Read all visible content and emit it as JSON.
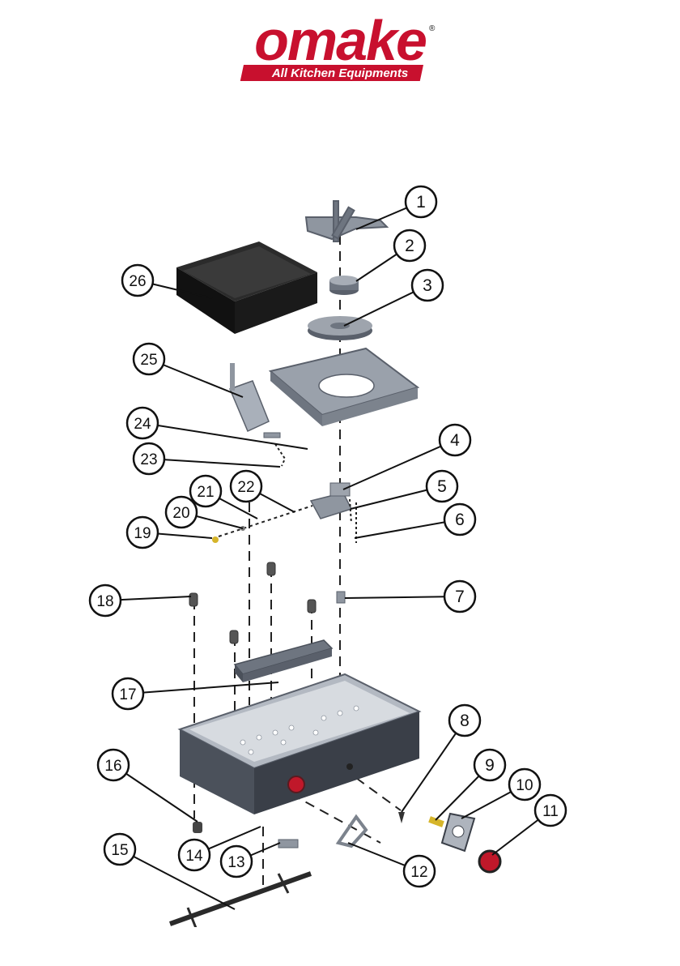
{
  "brand": {
    "name": "omake",
    "registered": "®",
    "tagline": "All Kitchen Equipments",
    "colors": {
      "primary": "#c8102e",
      "text_dark": "#111111"
    }
  },
  "diagram": {
    "callouts": [
      "1",
      "2",
      "3",
      "4",
      "5",
      "6",
      "7",
      "8",
      "9",
      "10",
      "11",
      "12",
      "13",
      "14",
      "15",
      "16",
      "17",
      "18",
      "19",
      "20",
      "21",
      "22",
      "23",
      "24",
      "25",
      "26"
    ],
    "colors": {
      "metal": "#8f96a0",
      "metal_dark": "#5a606b",
      "plate": "#1c1c1c",
      "brass": "#d6b52a",
      "knob": "#c0182a"
    }
  }
}
